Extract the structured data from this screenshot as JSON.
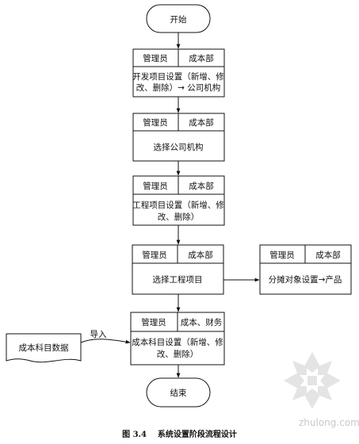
{
  "start": "开始",
  "end": "结束",
  "steps": [
    {
      "roles": [
        "管理员",
        "成本部"
      ],
      "lines": [
        "开发项目设置（新增、修",
        "改、删除）→ 公司机构"
      ]
    },
    {
      "roles": [
        "管理员",
        "成本部"
      ],
      "lines": [
        "选择公司机构"
      ]
    },
    {
      "roles": [
        "管理员",
        "成本部"
      ],
      "lines": [
        "工程项目设置（新增、修",
        "改、删除）"
      ]
    },
    {
      "roles": [
        "管理员",
        "成本部"
      ],
      "lines": [
        "选择工程项目"
      ]
    },
    {
      "roles": [
        "管理员",
        "成本、财务"
      ],
      "lines": [
        "成本科目设置（新增、修",
        "改、删除）"
      ]
    }
  ],
  "side_step": {
    "roles": [
      "管理员",
      "成本部"
    ],
    "lines": [
      "分摊对象设置→产品"
    ]
  },
  "data_source": "成本科目数据",
  "import_label": "导入",
  "caption": "图 3.4    系统设置阶段流程设计",
  "watermark": "zhulong.com"
}
